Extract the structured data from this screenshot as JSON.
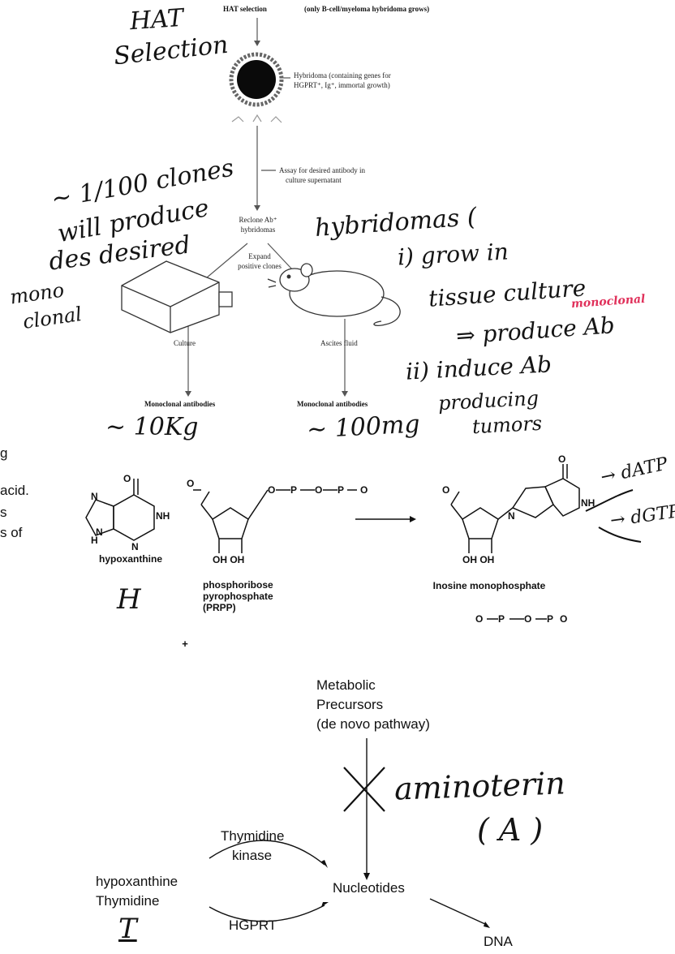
{
  "top_diagram": {
    "hat_step": "HAT selection",
    "hat_note": "(only B-cell/myeloma hybridoma grows)",
    "hybridoma_note_1": "Hybridoma (containing genes for",
    "hybridoma_note_2": "HGPRT⁺, Ig⁺, immortal growth)",
    "assay_note_1": "Assay for desired antibody in",
    "assay_note_2": "culture supernatant",
    "clone_label_1": "Reclone Ab⁺",
    "clone_label_2": "hybridomas",
    "expand_label_1": "Expand",
    "expand_label_2": "positive clones",
    "culture_label": "Culture",
    "ascites_label": "Ascites fluid",
    "output_left": "Monoclonal antibodies",
    "output_right": "Monoclonal antibodies"
  },
  "handwriting": {
    "hat_1": "HAT",
    "hat_2": "Selection",
    "clones_1": "~ 1/100 clones",
    "clones_2": "will produce",
    "clones_3": "des desired",
    "mono_1": "mono",
    "mono_2": "clonal",
    "hyb_1": "hybridomas (",
    "hyb_2": "i) grow in",
    "hyb_3": "tissue culture",
    "hyb_red": "monoclonal",
    "hyb_4": "⇒ produce Ab",
    "hyb_5": "ii) induce Ab",
    "hyb_6": "producing",
    "hyb_7": "tumors",
    "yield_left": "~ 10Kg",
    "yield_right": "~ 100mg",
    "h_letter": "H",
    "datp": "→ dATP",
    "dgtp": "→ dGTP",
    "aminopterin": "aminoterin",
    "a_letter": "( A )",
    "t_letter": "T"
  },
  "left_clipped": {
    "line_1": "g",
    "line_2": "acid.",
    "line_3": "s",
    "line_4": "s of"
  },
  "reaction": {
    "hypoxanthine": "hypoxanthine",
    "prpp_1": "phosphoribose",
    "prpp_2": "pyrophosphate",
    "prpp_3": "(PRPP)",
    "product": "Inosine monophosphate"
  },
  "pathway": {
    "precursors_1": "Metabolic",
    "precursors_2": "Precursors",
    "precursors_3": "(de novo pathway)",
    "thymidine_kinase_1": "Thymidine",
    "thymidine_kinase_2": "kinase",
    "substrates_1": "hypoxanthine",
    "substrates_2": "Thymidine",
    "hgprt": "HGPRT",
    "nucleotides": "Nucleotides",
    "dna": "DNA"
  },
  "colors": {
    "ink": "#141414",
    "red_ink": "#e0305a"
  }
}
